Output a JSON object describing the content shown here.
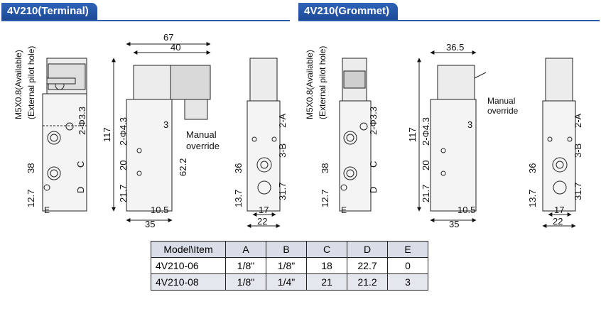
{
  "panels": {
    "left_title": "4V210(Terminal)",
    "right_title": "4V210(Grommet)"
  },
  "labels": {
    "pilot_hole_1": "M5X0.8(Available)",
    "pilot_hole_2": "(External pilot hole)",
    "manual": "Manual",
    "override": "override",
    "port_2a": "2-A",
    "port_3b": "3-B",
    "hole_phi33": "2-Φ3.3",
    "hole_phi43": "2-Φ4.3",
    "dim_c": "C",
    "dim_d": "D",
    "dim_e": "E"
  },
  "dims": {
    "d67": "67",
    "d40": "40",
    "d36_5": "36.5",
    "d117": "117",
    "d38": "38",
    "d12_7": "12.7",
    "d20": "20",
    "d21_7": "21.7",
    "d62_2": "62.2",
    "d10_5": "10.5",
    "d35": "35",
    "d3": "3",
    "d36": "36",
    "d13_7": "13.7",
    "d31_7": "31.7",
    "d17": "17",
    "d22": "22"
  },
  "table": {
    "headers": [
      "Model\\Item",
      "A",
      "B",
      "C",
      "D",
      "E"
    ],
    "rows": [
      [
        "4V210-06",
        "1/8\"",
        "1/8\"",
        "18",
        "22.7",
        "0"
      ],
      [
        "4V210-08",
        "1/8\"",
        "1/4\"",
        "21",
        "21.2",
        "3"
      ]
    ]
  }
}
